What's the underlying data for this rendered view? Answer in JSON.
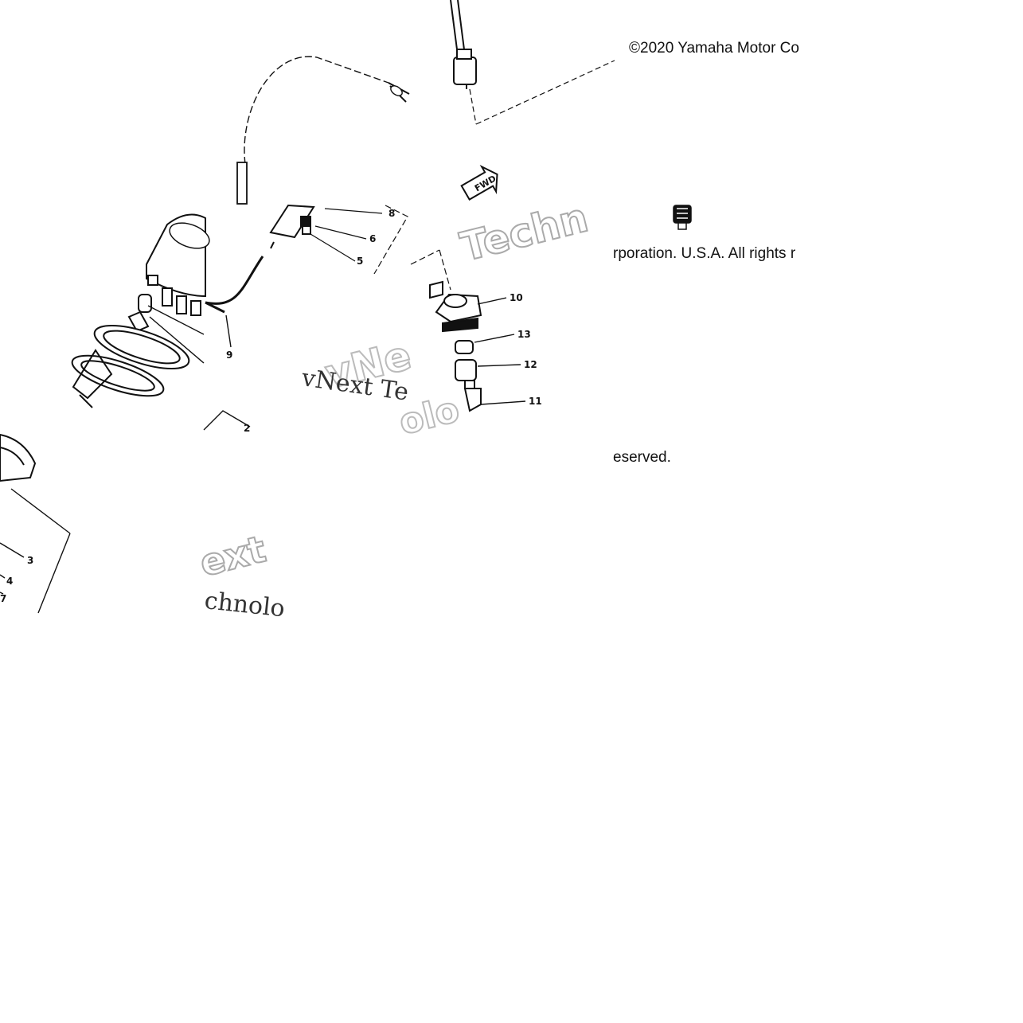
{
  "copyright": {
    "line1": "©2020 Yamaha Motor Co",
    "line2": "rporation. U.S.A. All rights r",
    "line3": "eserved."
  },
  "watermarks": [
    {
      "text": "Techn",
      "style": "outline"
    },
    {
      "text": "vNext Te",
      "style": "serif"
    },
    {
      "text": "vNe",
      "style": "outline"
    },
    {
      "text": "ext",
      "style": "outline"
    },
    {
      "text": "chnolo",
      "style": "serif"
    },
    {
      "text": "olo",
      "style": "outline"
    }
  ],
  "callouts": [
    "2",
    "3",
    "4",
    "5",
    "6",
    "7",
    "8",
    "9",
    "10",
    "11",
    "12",
    "13"
  ],
  "fwd_label": "FWD"
}
